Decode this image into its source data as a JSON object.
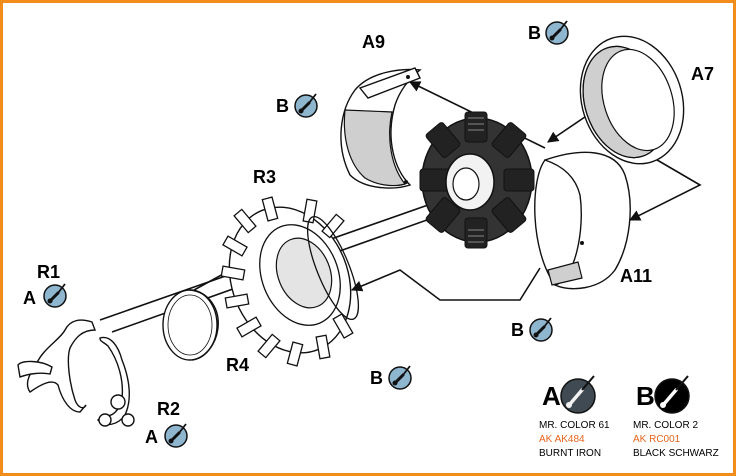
{
  "parts": {
    "a9": "A9",
    "a7": "A7",
    "a11": "A11",
    "r1": "R1",
    "r2": "R2",
    "r3": "R3",
    "r4": "R4"
  },
  "paint_markers": {
    "near_a9": "B",
    "near_a7": "B",
    "near_a11": "B",
    "near_r3": "B",
    "r1": "A",
    "r2": "A"
  },
  "legend": {
    "a": {
      "letter": "A",
      "line1": "MR. COLOR 61",
      "line2": "AK AK484",
      "line3": "BURNT IRON",
      "swatch_color": "#3f4a52"
    },
    "b": {
      "letter": "B",
      "line1": "MR. COLOR 2",
      "line2": "AK RC001",
      "line3": "BLACK SCHWARZ",
      "swatch_color": "#000000"
    },
    "ak_code_color": "#e8641c"
  },
  "colors": {
    "frame": "#f28c1b",
    "marker_fill": "#8fb6cf"
  }
}
